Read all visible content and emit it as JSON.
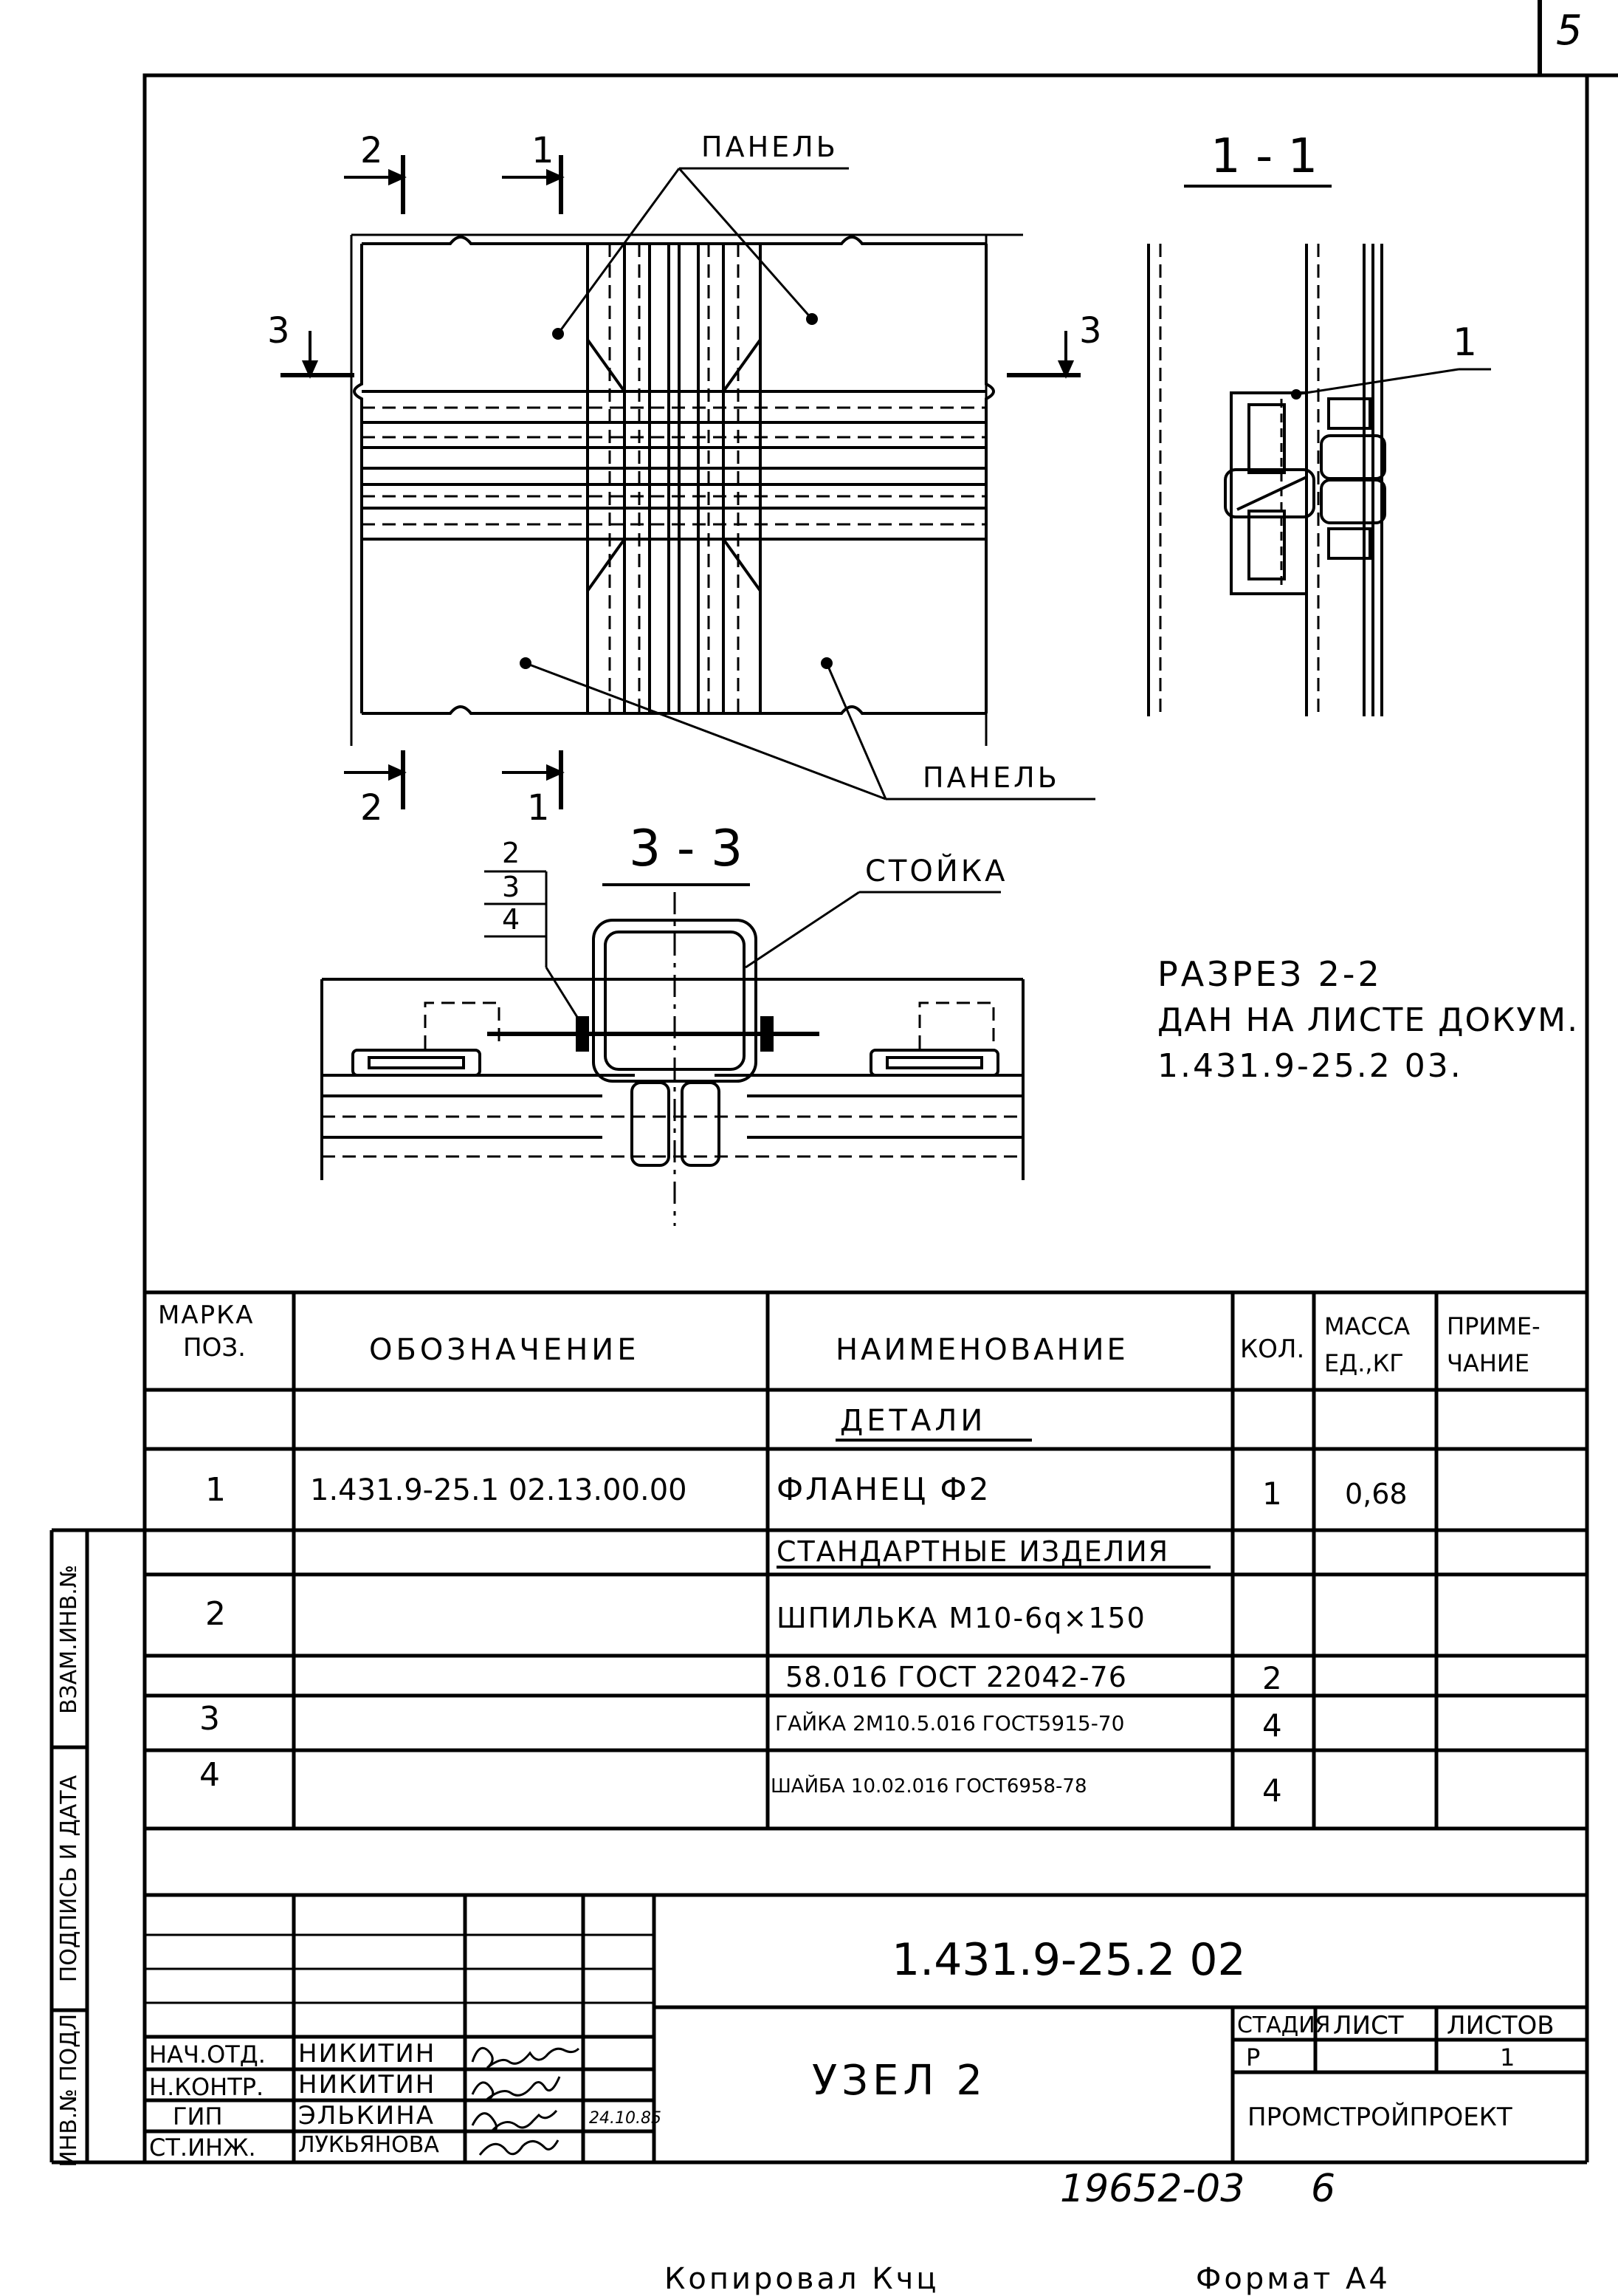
{
  "sheet": {
    "corner_number": "5"
  },
  "drawing": {
    "plan_labels": {
      "panel_top": "ПАНЕЛЬ",
      "panel_bottom": "ПАНЕЛЬ",
      "cut_2_top": "2",
      "cut_1_top": "1",
      "cut_3_left": "3",
      "cut_3_right": "3",
      "cut_2_bottom": "2",
      "cut_1_bottom": "1"
    },
    "section_1_1": {
      "title": "1 - 1",
      "callout": "1"
    },
    "section_3_3": {
      "title": "3 - 3",
      "post_label": "СТОЙКА",
      "callouts": [
        "2",
        "3",
        "4"
      ]
    },
    "note": {
      "line1": "РАЗРЕЗ 2-2",
      "line2": "ДАН НА ЛИСТЕ ДОКУМ.",
      "line3": "1.431.9-25.2 03."
    }
  },
  "spec_table": {
    "headers": {
      "mark_line1": "МАРКА",
      "mark_line2": "ПОЗ.",
      "designation": "ОБОЗНАЧЕНИЕ",
      "name": "НАИМЕНОВАНИЕ",
      "qty": "КОЛ.",
      "mass_line1": "МАССА",
      "mass_line2": "ЕД.,КГ",
      "note_line1": "ПРИМЕ-",
      "note_line2": "ЧАНИЕ"
    },
    "rows": [
      {
        "mark": "",
        "designation": "",
        "name": "ДЕТАЛИ",
        "qty": "",
        "mass": ""
      },
      {
        "mark": "1",
        "designation": "1.431.9-25.1 02.13.00.00",
        "name": "ФЛАНЕЦ Ф2",
        "qty": "1",
        "mass": "0,68"
      },
      {
        "mark": "",
        "designation": "",
        "name": "СТАНДАРТНЫЕ ИЗДЕЛИЯ",
        "qty": "",
        "mass": ""
      },
      {
        "mark": "2",
        "designation": "",
        "name": "ШПИЛЬКА М10-6q×150",
        "qty": "",
        "mass": ""
      },
      {
        "mark": "",
        "designation": "",
        "name": "58.016 ГОСТ 22042-76",
        "qty": "2",
        "mass": ""
      },
      {
        "mark": "3",
        "designation": "",
        "name": "ГАЙКА 2М10.5.016 ГОСТ5915-70",
        "qty": "4",
        "mass": ""
      },
      {
        "mark": "4",
        "designation": "",
        "name": "ШАЙБА 10.02.016 ГОСТ6958-78",
        "qty": "4",
        "mass": ""
      }
    ]
  },
  "title_block": {
    "doc_number": "1.431.9-25.2 02",
    "title": "УЗЕЛ 2",
    "stage_header": "СТАДИЯ",
    "sheet_header": "ЛИСТ",
    "sheets_header": "ЛИСТОВ",
    "stage_value": "Р",
    "sheet_value": "",
    "sheets_value": "1",
    "organization": "ПРОМСТРОЙПРОЕКТ",
    "signers": [
      {
        "role": "НАЧ.ОТД.",
        "name": "НИКИТИН"
      },
      {
        "role": "Н.КОНТР.",
        "name": "НИКИТИН"
      },
      {
        "role": "ГИП",
        "name": "ЭЛЬКИНА",
        "date": "24.10.85"
      },
      {
        "role": "СТ.ИНЖ.",
        "name": "ЛУКЬЯНОВА"
      }
    ]
  },
  "side_stamp": {
    "field1": "ВЗАМ.ИНВ.№",
    "field2": "ПОДПИСЬ И ДАТА",
    "field3": "ИНВ.№ ПОДЛ."
  },
  "footer": {
    "archive_number": "19652-03",
    "page": "6",
    "copied_by": "Копировал Кчц",
    "format": "Формат А4"
  }
}
